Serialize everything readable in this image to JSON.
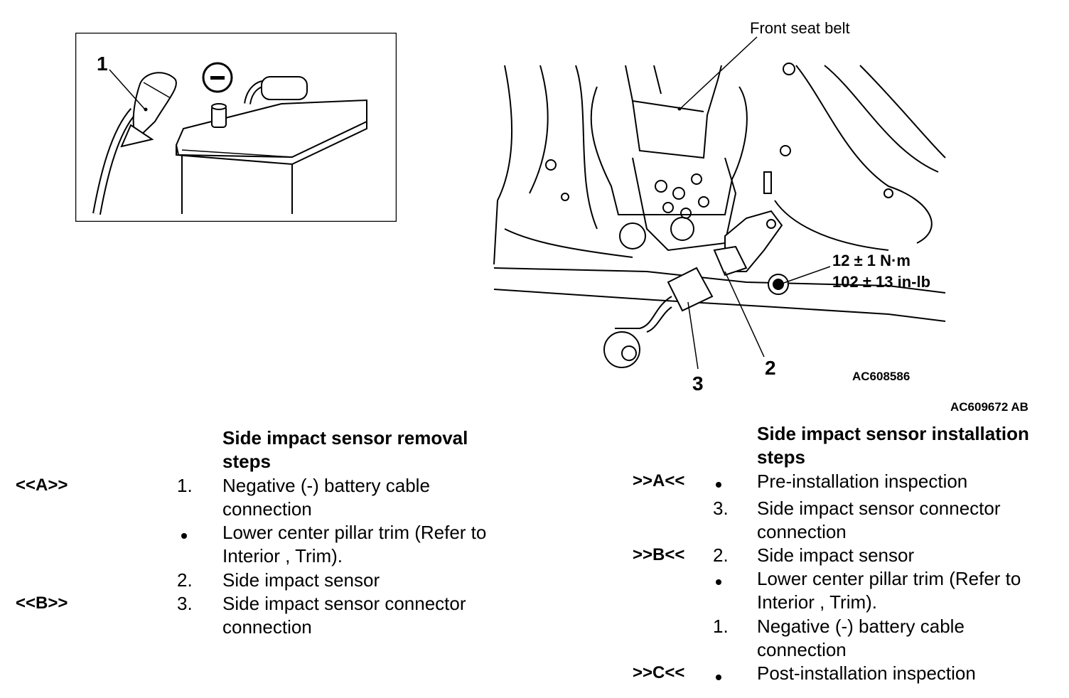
{
  "figure": {
    "callout_1": "1",
    "callout_2": "2",
    "callout_3": "3",
    "minus_symbol": "−",
    "seat_belt_label": "Front seat belt",
    "torque_nm": "12 ± 1 N·m",
    "torque_inlb": "102 ± 13 in-lb",
    "inner_code": "AC608586",
    "outer_code": "AC609672 AB"
  },
  "removal": {
    "title_line1": "Side impact sensor removal",
    "title_line2": "steps",
    "rows": [
      {
        "code": "<<A>>",
        "marker": "1.",
        "lines": [
          "Negative (-) battery cable",
          "connection"
        ]
      },
      {
        "code": "",
        "marker": "●",
        "lines": [
          "Lower center pillar trim (Refer to",
          "Interior , Trim)."
        ]
      },
      {
        "code": "",
        "marker": "2.",
        "lines": [
          "Side impact sensor"
        ]
      },
      {
        "code": "<<B>>",
        "marker": "3.",
        "lines": [
          "Side impact sensor connector",
          "connection"
        ]
      }
    ]
  },
  "installation": {
    "title_line1": "Side impact sensor installation",
    "title_line2": "steps",
    "rows": [
      {
        "code": ">>A<<",
        "marker": "●",
        "lines": [
          "Pre-installation inspection"
        ]
      },
      {
        "code": "",
        "marker": "3.",
        "lines": [
          "Side impact sensor connector",
          "connection"
        ]
      },
      {
        "code": ">>B<<",
        "marker": "2.",
        "lines": [
          "Side impact sensor"
        ]
      },
      {
        "code": "",
        "marker": "●",
        "lines": [
          "Lower center pillar trim (Refer to",
          "Interior , Trim)."
        ]
      },
      {
        "code": "",
        "marker": "1.",
        "lines": [
          "Negative (-) battery cable",
          "connection"
        ]
      },
      {
        "code": ">>C<<",
        "marker": "●",
        "lines": [
          "Post-installation inspection"
        ]
      }
    ]
  }
}
